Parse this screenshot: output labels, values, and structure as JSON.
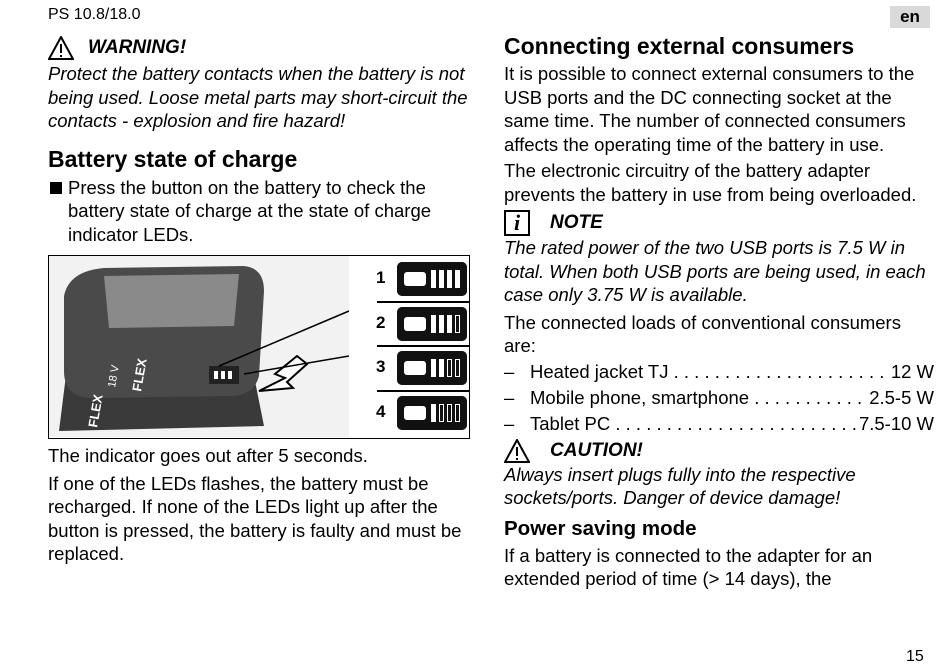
{
  "header": {
    "model": "PS 10.8/18.0",
    "lang": "en"
  },
  "page_number": "15",
  "left": {
    "warning": {
      "title": "WARNING!",
      "text": "Protect the battery contacts when the battery is not being used. Loose metal parts may short-circuit the contacts - explosion and fire hazard!"
    },
    "section_title": "Battery state of charge",
    "bullet": "Press the button on the battery to check the battery state of charge at the state of charge indicator LEDs.",
    "figure": {
      "led_labels": [
        "1",
        "2",
        "3",
        "4"
      ],
      "device_label_1": "18 V",
      "device_label_2": "FLEX"
    },
    "para1": "The indicator goes out after 5 seconds.",
    "para2": "If one of the LEDs flashes, the battery must be recharged. If none of the LEDs light up after the button is pressed, the battery is faulty and must be replaced."
  },
  "right": {
    "section_title": "Connecting external consumers",
    "para1": "It is possible to connect external consumers to the USB ports and the DC connecting socket at the same time. The number of connected consumers affects the operating time of the battery in use.",
    "para2": "The electronic circuitry of the battery adapter prevents the battery in use from being overloaded.",
    "note": {
      "title": "NOTE",
      "text": "The rated power of the two USB ports is 7.5 W in total. When both USB ports are being used, in each case only 3.75 W is available."
    },
    "loads_intro": "The connected loads of conventional consumers are:",
    "loads": [
      {
        "dash": "–",
        "label": "Heated jacket TJ",
        "value": "12 W"
      },
      {
        "dash": "–",
        "label": "Mobile phone, smartphone",
        "value": "2.5-5 W"
      },
      {
        "dash": "–",
        "label": "Tablet PC",
        "value": "7.5-10 W"
      }
    ],
    "caution": {
      "title": "CAUTION!",
      "text": "Always insert plugs fully into the respective sockets/ports. Danger of device damage!"
    },
    "power_saving_title": "Power saving mode",
    "power_saving_text": "If a battery is connected to the adapter for an extended period of time (> 14 days), the"
  }
}
